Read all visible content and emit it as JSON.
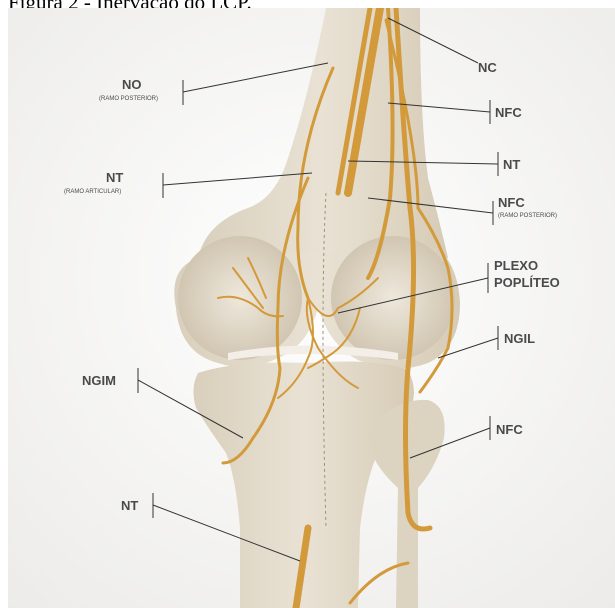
{
  "figure": {
    "caption": "Figura 2 - Inervação do LCP."
  },
  "labels": {
    "nc": "NC",
    "no": "NO",
    "no_sub": "(RAMO POSTERIOR)",
    "nfc_top": "NFC",
    "nt_upper": "NT",
    "nt_left": "NT",
    "nt_left_sub": "(RAMO ARTICULAR)",
    "nfc_post": "NFC",
    "nfc_post_sub": "(RAMO POSTERIOR)",
    "plexo_1": "PLEXO",
    "plexo_2": "POPLÍTEO",
    "ngil": "NGIL",
    "ngim": "NGIM",
    "nfc_low": "NFC",
    "nt_low": "NT"
  },
  "colors": {
    "nerve": "#d39a3c",
    "bone": "#e4dccd",
    "bone_shadow": "#cfc3ae",
    "leader": "#333333",
    "label": "#4a4a4a"
  }
}
